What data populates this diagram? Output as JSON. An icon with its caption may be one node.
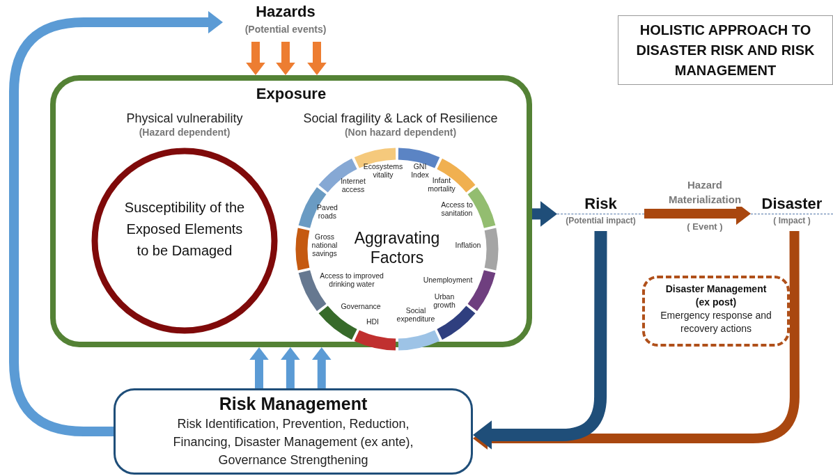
{
  "diagram": {
    "title": "HOLISTIC APPROACH TO DISASTER RISK AND RISK MANAGEMENT",
    "nodes": [
      {
        "text": [
          "Hazards",
          "(Potential events)"
        ]
      },
      {
        "text": [
          "Exposure"
        ]
      },
      {
        "text": [
          "Physical vulnerability",
          "(Hazard dependent)",
          "Susceptibility of the Exposed Elements to be Damaged"
        ],
        "in": 1
      },
      {
        "text": [
          "Social fragility & Lack of Resilience",
          "(Non hazard dependent)",
          "Aggravating Factors"
        ],
        "in": 1
      },
      {
        "text": [
          "Risk",
          "(Potential impact)"
        ]
      },
      {
        "text": [
          "Disaster",
          "( Impact )"
        ]
      },
      {
        "text": [
          "Disaster Management (ex post)",
          "Emergency response and recovery actions"
        ]
      },
      {
        "text": [
          "Risk Management",
          "Risk Identification, Prevention, Reduction, Financing, Disaster Management (ex ante), Governance Strengthening"
        ]
      }
    ],
    "edges": [
      {
        "from": 7,
        "to": 0,
        "arrow": "to",
        "color": "#5b9bd5"
      },
      {
        "from": 0,
        "to": 1,
        "arrow": "to",
        "color": "#ed7d31"
      },
      {
        "from": 0,
        "to": 1,
        "arrow": "to",
        "color": "#ed7d31"
      },
      {
        "from": 0,
        "to": 1,
        "arrow": "to",
        "color": "#ed7d31"
      },
      {
        "from": 7,
        "to": 1,
        "arrow": "to",
        "color": "#5b9bd5"
      },
      {
        "from": 7,
        "to": 1,
        "arrow": "to",
        "color": "#5b9bd5"
      },
      {
        "from": 7,
        "to": 1,
        "arrow": "to",
        "color": "#5b9bd5"
      },
      {
        "from": 1,
        "to": 4,
        "arrow": "to",
        "color": "#1f4e79"
      },
      {
        "from": 4,
        "to": 5,
        "arrow": "to",
        "label": "Hazard Materialization",
        "color": "#a9470f"
      },
      {
        "from": 4,
        "to": 7,
        "arrow": "to",
        "color": "#1f4e79"
      },
      {
        "from": 5,
        "to": 7,
        "arrow": "to",
        "color": "#a9470f"
      }
    ],
    "labels": [
      "Ecosystems vitality",
      "GNI Index",
      "Infant mortality",
      "Access to sanitation",
      "Inflation",
      "Unemployment",
      "Urban growth",
      "Social expenditure",
      "HDI",
      "Governance",
      "Access to improved drinking water",
      "Gross national savings",
      "Paved roads",
      "Internet access",
      "( Event )"
    ]
  }
}
